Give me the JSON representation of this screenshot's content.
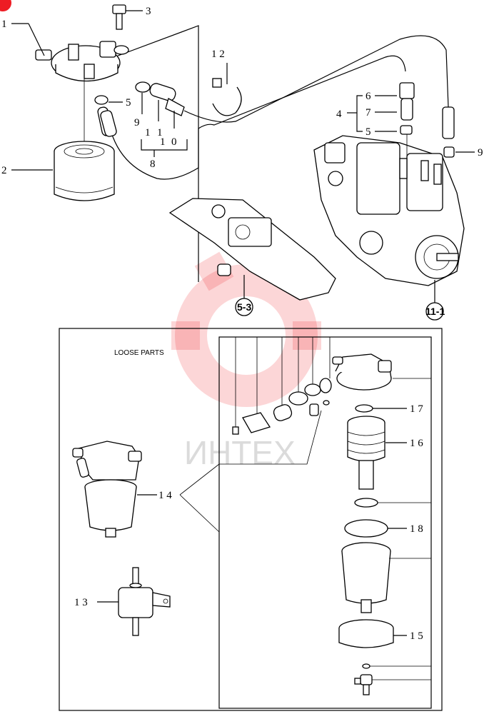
{
  "callouts": {
    "c1": "1",
    "c2": "2",
    "c3": "3",
    "c4": "4",
    "c4_6": "6",
    "c4_7": "7",
    "c4_5": "5",
    "c5": "5",
    "c9a": "9",
    "c10a": "1",
    "c10b": "0",
    "c11a": "1",
    "c11b": "1",
    "c8": "8",
    "c9b": "9",
    "c12": "1 2",
    "c13": "1 3",
    "c14": "1 4",
    "c15": "1 5",
    "c16": "1 6",
    "c17": "1 7",
    "c18": "1 8"
  },
  "refs": {
    "r53": "5-3",
    "r111": "11-1"
  },
  "loose_parts": "LOOSE PARTS",
  "watermark_text": "ИНТЕХ",
  "colors": {
    "watermark": "#ee1c24",
    "corner_marker": "#ee1c24"
  }
}
